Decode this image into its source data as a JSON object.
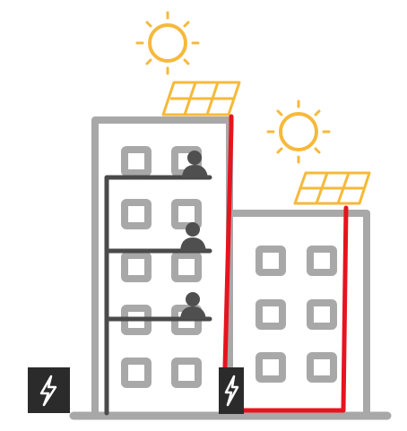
{
  "illustration": {
    "icons": {
      "sun": "sun-icon",
      "solar_panel": "solar-panel-icon",
      "person": "person-icon",
      "lightning": "lightning-bolt-icon",
      "building": "building-icon"
    },
    "buildings": [
      {
        "name": "tall-building",
        "window_rows": 5,
        "window_columns": 2,
        "occupied_floors": 3
      },
      {
        "name": "short-building",
        "window_rows": 3,
        "window_columns": 2,
        "occupied_floors": 0
      }
    ],
    "suns": 2,
    "solar_panels": 2,
    "meters": 2
  },
  "colors": {
    "sun": "#F6B93B",
    "solar_panel": "#F6B93B",
    "building_outline": "#A8A8A8",
    "window": "#A8A8A8",
    "grid_line_dark": "#4A4A4A",
    "power_line_red": "#E6141E",
    "meter_box": "#2B2B2B",
    "meter_symbol": "#FFFFFF",
    "person": "#4F4F4F",
    "background": "#FFFFFF"
  }
}
